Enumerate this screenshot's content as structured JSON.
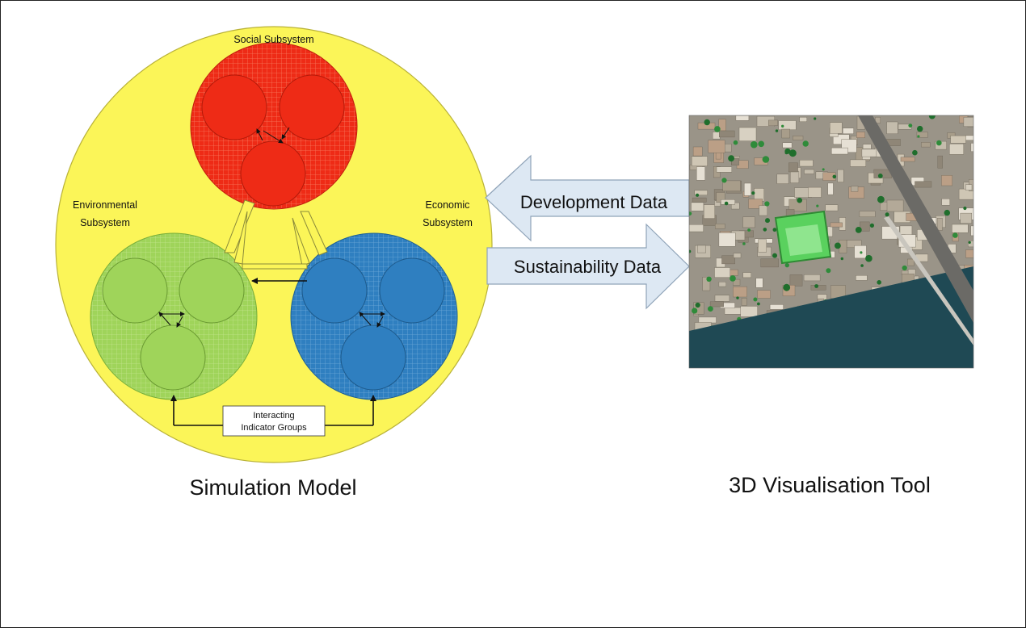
{
  "simulation_model": {
    "caption": "Simulation Model",
    "social_label": "Social Subsystem",
    "environmental_label_line1": "Environmental",
    "environmental_label_line2": "Subsystem",
    "economic_label_line1": "Economic",
    "economic_label_line2": "Subsystem",
    "indicator_label_line1": "Interacting",
    "indicator_label_line2": "Indicator Groups"
  },
  "data_flows": {
    "development_label": "Development Data",
    "sustainability_label": "Sustainability Data"
  },
  "visualisation": {
    "caption": "3D Visualisation Tool"
  },
  "colors": {
    "outer_circle": "#fbf558",
    "social": "#ee2b16",
    "environmental": "#9fd45a",
    "economic": "#2f7fc0",
    "arrow_fill": "#dde8f3",
    "water": "#1f4954"
  }
}
